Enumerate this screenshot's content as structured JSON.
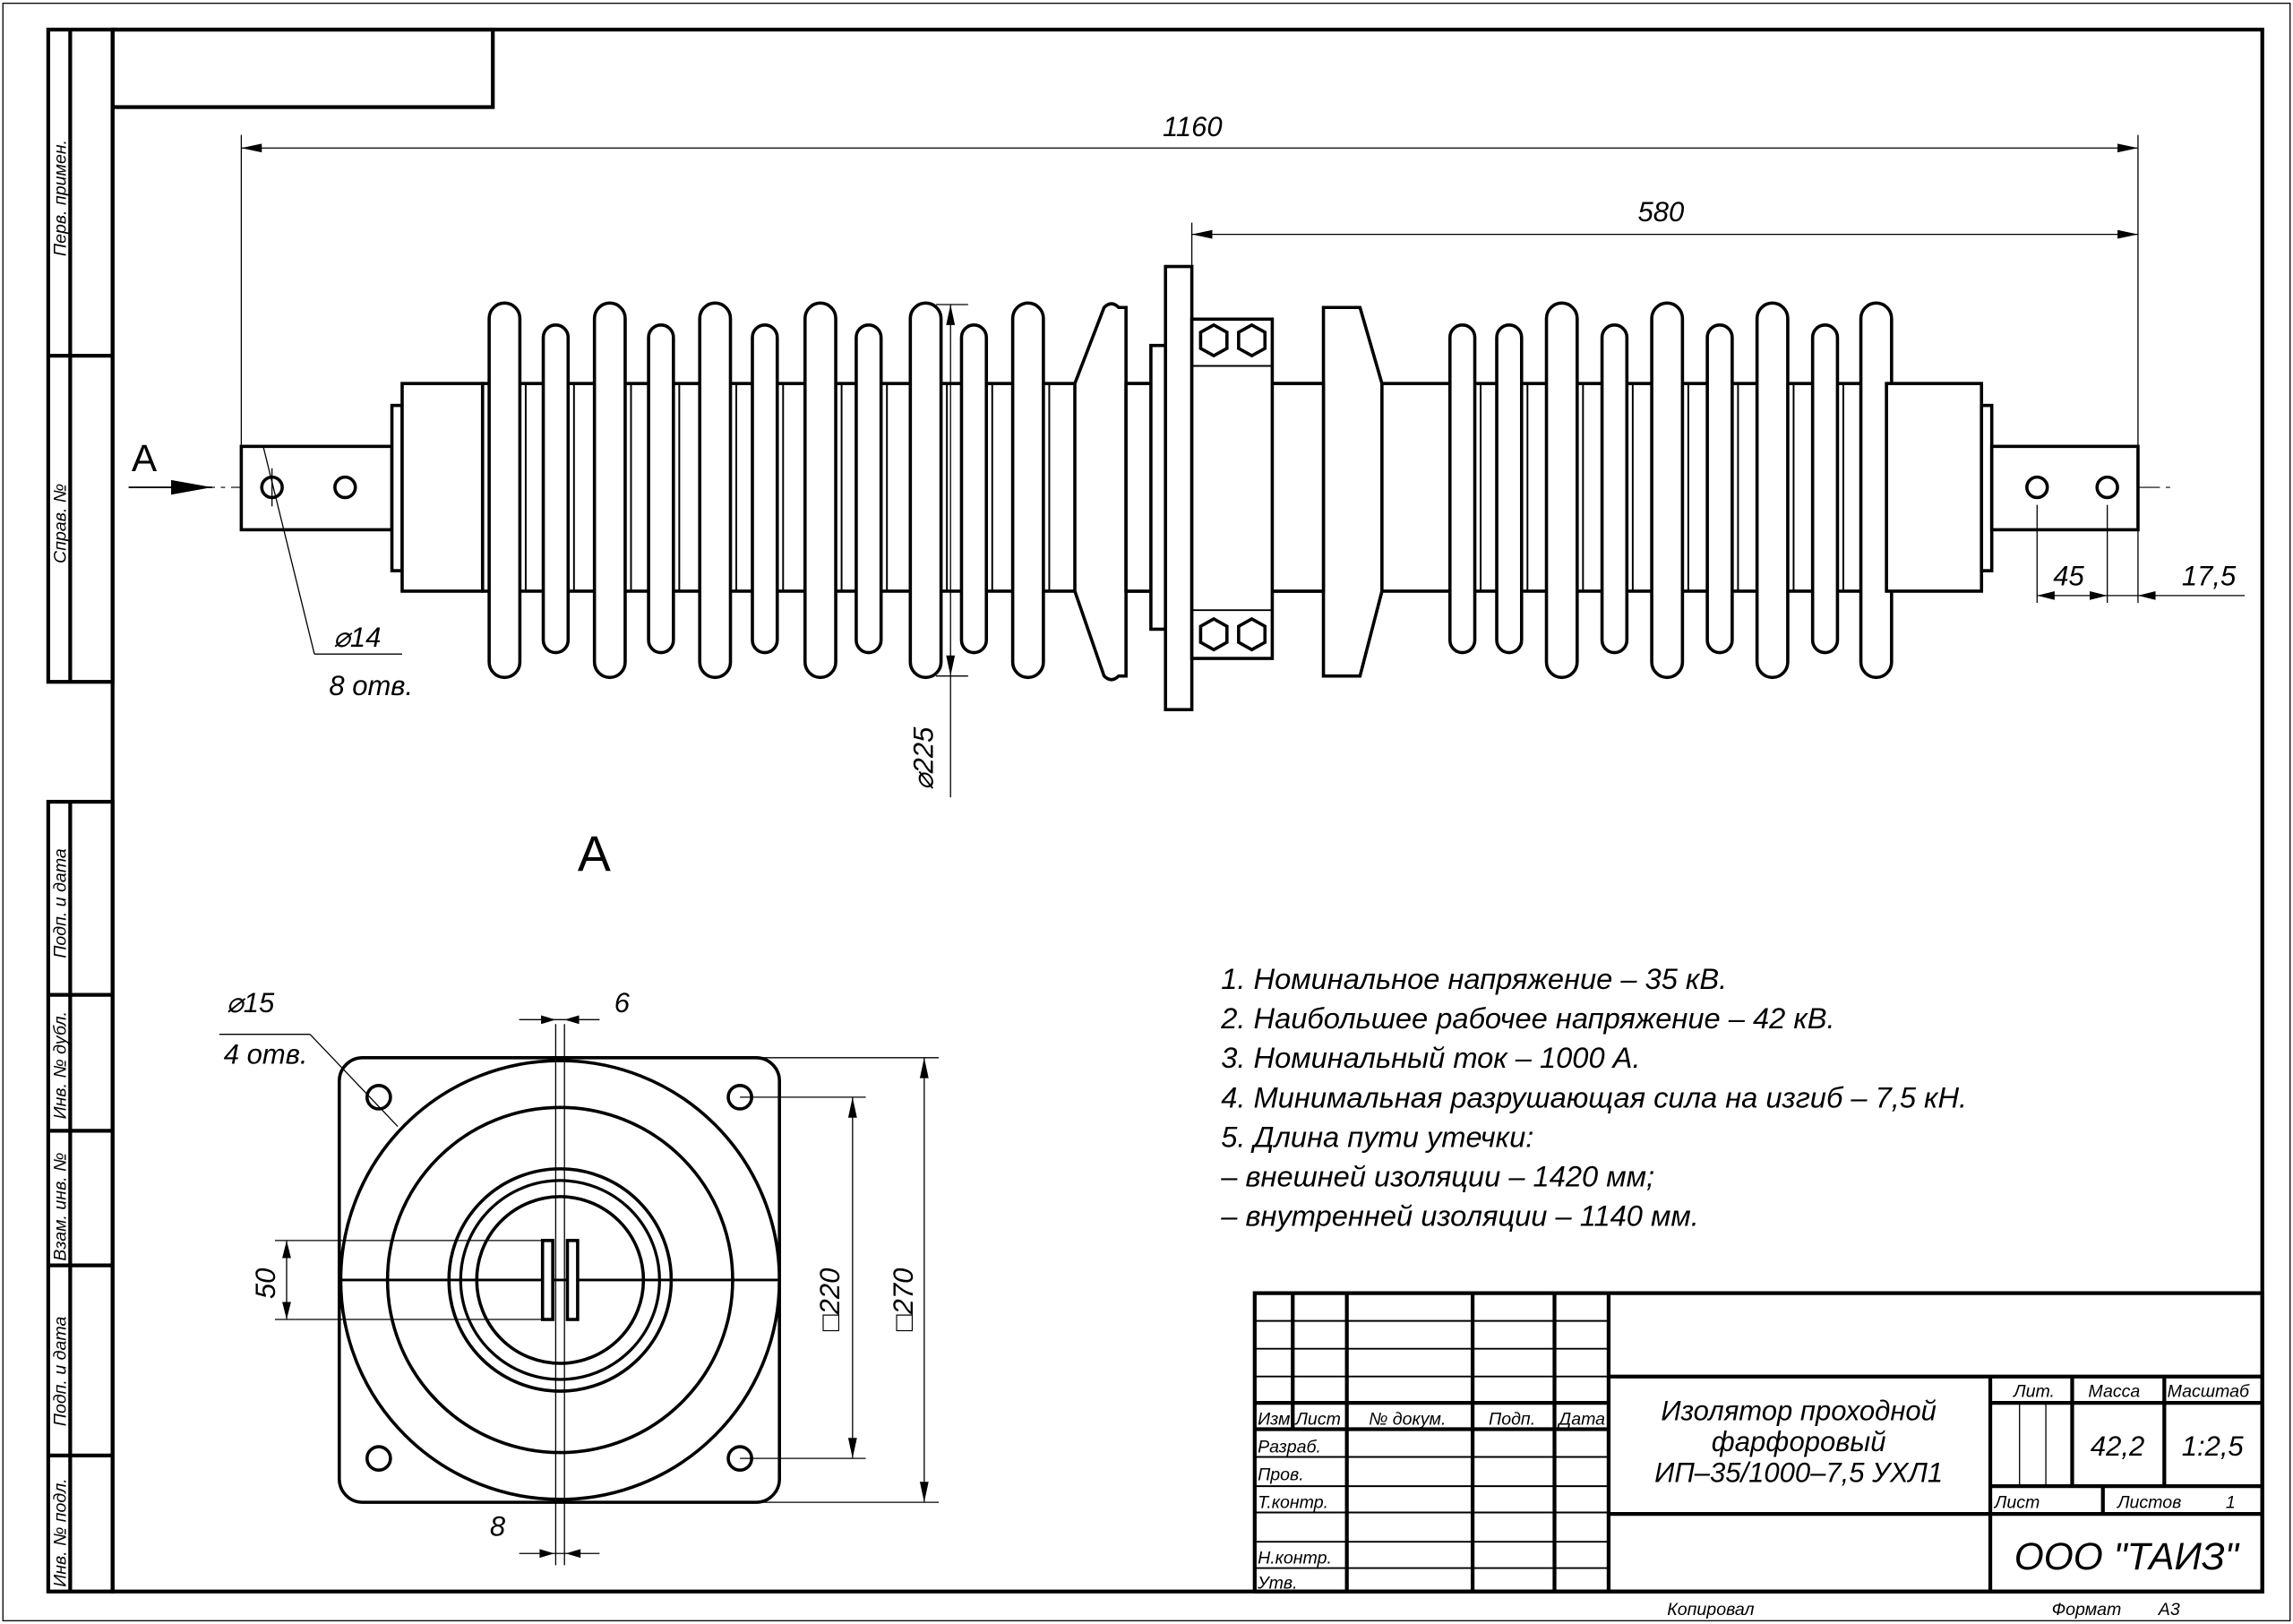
{
  "side_strip": {
    "perv_primen": "Перв. примен.",
    "sprav_no": "Справ. №",
    "podp_data_1": "Подп. и дата",
    "inv_dubl": "Инв. № дубл.",
    "vzam_inv": "Взам. инв. №",
    "podp_data_2": "Подп. и дата",
    "inv_podl": "Инв. № подл."
  },
  "main_view": {
    "dim_total": "1160",
    "dim_half": "580",
    "dim_diameter": "⌀225",
    "dim_hole": "⌀14",
    "dim_hole_count": "8 отв.",
    "dim_45": "45",
    "dim_17_5": "17,5",
    "view_arrow_label": "A"
  },
  "view_a": {
    "label": "A",
    "dim_hole": "⌀15",
    "dim_hole_count": "4 отв.",
    "dim_6": "6",
    "dim_8": "8",
    "dim_50": "50",
    "dim_220": "□220",
    "dim_270": "□270"
  },
  "notes": [
    "1. Номинальное напряжение – 35 кВ.",
    "2. Наибольшее рабочее напряжение – 42 кВ.",
    "3. Номинальный ток – 1000 А.",
    "4. Минимальная разрушающая сила на изгиб – 7,5 кН.",
    "5.  Длина пути утечки:",
    "– внешней изоляции – 1420 мм;",
    "– внутренней изоляции – 1140 мм."
  ],
  "title_block": {
    "col_izm": "Изм.",
    "col_list": "Лист",
    "col_doc": "№ докум.",
    "col_podp": "Подп.",
    "col_data": "Дата",
    "razrab": "Разраб.",
    "prov": "Пров.",
    "tkontr": "Т.контр.",
    "nkontr": "Н.контр.",
    "utv": "Утв.",
    "title_line1": "Изолятор проходной",
    "title_line2": "фарфоровый",
    "title_line3": "ИП–35/1000–7,5 УХЛ1",
    "lit": "Лит.",
    "massa": "Масса",
    "masshtab": "Масштаб",
    "massa_value": "42,2",
    "masshtab_value": "1:2,5",
    "list": "Лист",
    "listov": "Листов",
    "listov_value": "1",
    "company": "ООО \"ТАИЗ\"",
    "kopiroval": "Копировал",
    "format": "Формат",
    "format_value": "А3"
  }
}
